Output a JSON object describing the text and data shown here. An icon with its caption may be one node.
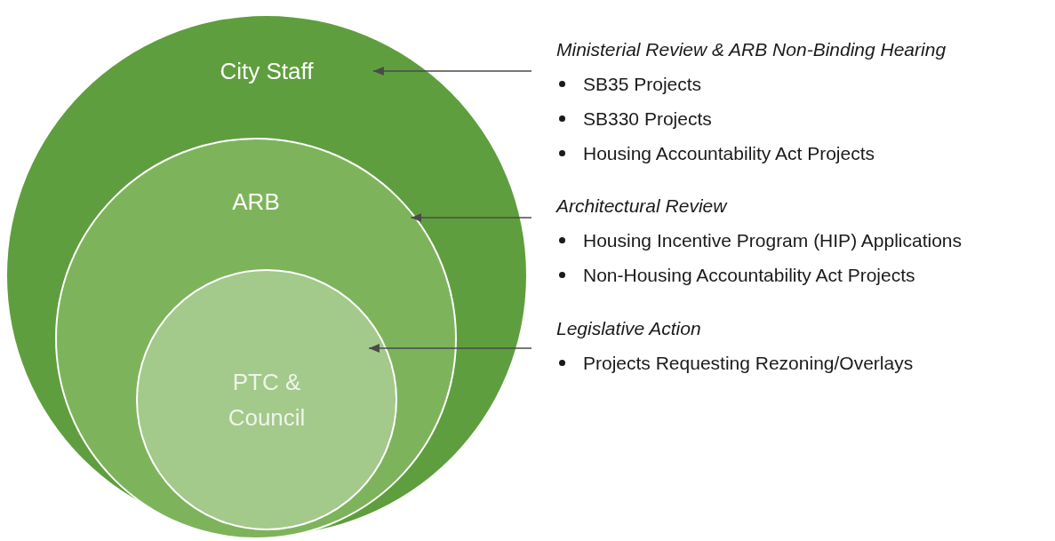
{
  "diagram": {
    "nodes": [
      {
        "text": [
          "City Staff"
        ]
      },
      {
        "text": [
          "ARB"
        ],
        "in": 0
      },
      {
        "text": [
          "PTC & Council"
        ],
        "in": 1
      },
      {
        "text": [
          "Ministerial Review & ARB Non-Binding Hearing",
          "SB35 Projects",
          "SB330 Projects",
          "Housing Accountability Act Projects"
        ]
      },
      {
        "text": [
          "Architectural Review",
          "Housing Incentive Program (HIP) Applications",
          "Non-Housing Accountability Act Projects"
        ]
      },
      {
        "text": [
          "Legislative Action",
          "Projects Requesting Rezoning/Overlays"
        ]
      }
    ],
    "edges": [
      {
        "from": 3,
        "to": 0,
        "arrow": "to"
      },
      {
        "from": 4,
        "to": 1,
        "arrow": "to"
      },
      {
        "from": 5,
        "to": 2,
        "arrow": "to"
      }
    ]
  }
}
